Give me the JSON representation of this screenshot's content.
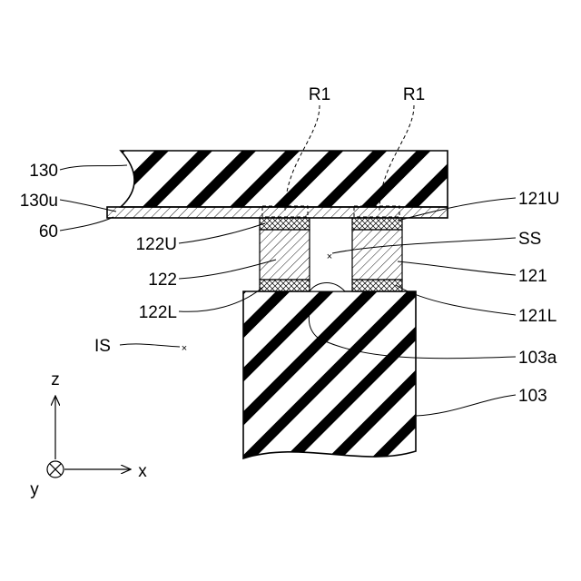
{
  "labels": {
    "r1_left": "R1",
    "r1_right": "R1",
    "l130": "130",
    "l130u": "130u",
    "l60": "60",
    "l122U": "122U",
    "l122": "122",
    "l122L": "122L",
    "lIS": "IS",
    "l121U": "121U",
    "lSS": "SS",
    "l121": "121",
    "l121L": "121L",
    "l103a": "103a",
    "l103": "103"
  },
  "axes": {
    "z": "z",
    "x": "x",
    "y": "y"
  }
}
